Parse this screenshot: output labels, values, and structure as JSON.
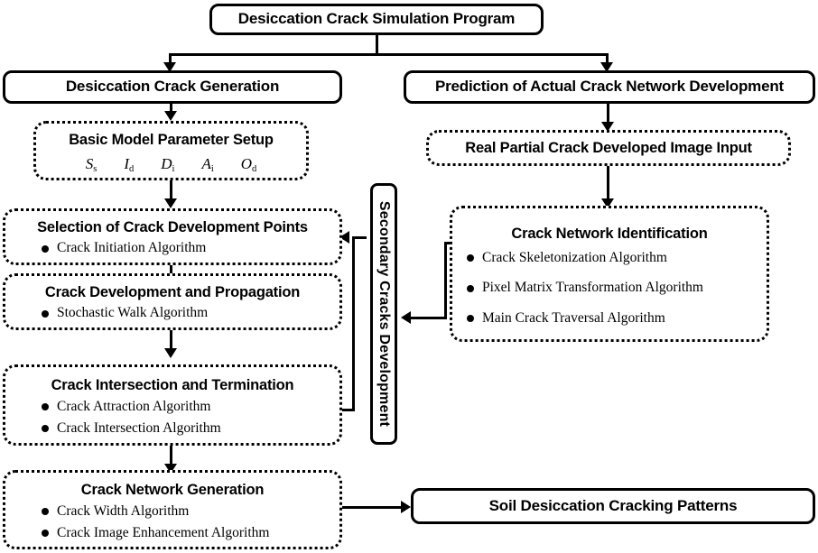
{
  "diagram": {
    "title": "Desiccation Crack Simulation Program",
    "nodes": {
      "root": {
        "label": "Desiccation Crack Simulation Program"
      },
      "left_branch": {
        "label": "Desiccation Crack Generation"
      },
      "right_branch": {
        "label": "Prediction of Actual Crack Network Development"
      },
      "basic_model": {
        "label": "Basic Model Parameter Setup",
        "parameters": [
          {
            "symbol": "S",
            "subscript": "s"
          },
          {
            "symbol": "I",
            "subscript": "d"
          },
          {
            "symbol": "D",
            "subscript": "i"
          },
          {
            "symbol": "A",
            "subscript": "i"
          },
          {
            "symbol": "O",
            "subscript": "d"
          }
        ]
      },
      "image_input": {
        "label": "Real Partial Crack Developed Image Input"
      },
      "selection_points": {
        "label": "Selection of Crack Development Points",
        "items": [
          "Crack Initiation Algorithm"
        ]
      },
      "development_propagation": {
        "label": "Crack Development and Propagation",
        "items": [
          "Stochastic Walk Algorithm"
        ]
      },
      "intersection_termination": {
        "label": "Crack Intersection and Termination",
        "items": [
          "Crack Attraction Algorithm",
          "Crack Intersection Algorithm"
        ]
      },
      "network_generation": {
        "label": "Crack Network Generation",
        "items": [
          "Crack Width Algorithm",
          "Crack Image Enhancement Algorithm"
        ]
      },
      "network_identification": {
        "label": "Crack Network Identification",
        "items": [
          "Crack Skeletonization Algorithm",
          "Pixel Matrix Transformation Algorithm",
          "Main Crack Traversal Algorithm"
        ]
      },
      "secondary_cracks": {
        "label": "Secondary Cracks Development"
      },
      "output": {
        "label": "Soil Desiccation Cracking Patterns"
      }
    },
    "colors": {
      "stroke": "#000000",
      "background": "#ffffff"
    }
  }
}
